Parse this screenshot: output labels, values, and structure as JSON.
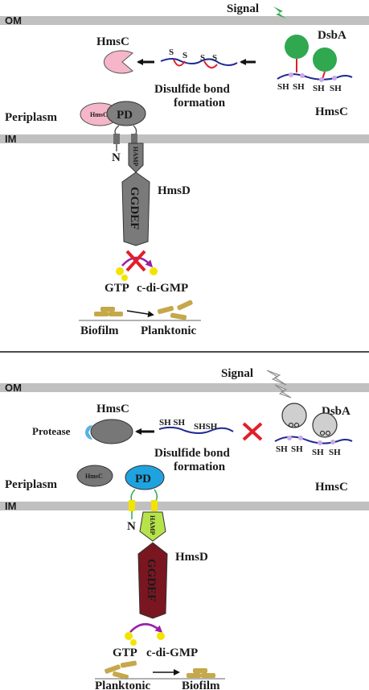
{
  "colors": {
    "membrane": "#c0c0c0",
    "hmsc_active": "#f4b6c8",
    "dsba_active": "#2fa84f",
    "dsba_inactive": "#cfcfcf",
    "pd_active": "#808080",
    "pd_inactive": "#1fa3e0",
    "hamp_active": "#7a7a7a",
    "hamp_inactive": "#b7e34a",
    "ggdef_active": "#7a7a7a",
    "ggdef_inactive": "#7a1620",
    "chain": "#1f2a8f",
    "disulfide": "#e0202a",
    "inhibit_x": "#e0202a",
    "yellow": "#f2e400",
    "cell_tan": "#c4a84a",
    "magenta": "#9b1fa8",
    "lightning_active": "#2fa84f",
    "lightning_inactive": "#d8d8d8",
    "protease": "#5ab1e0",
    "hmsc_inactive": "#777777"
  },
  "icons": {
    "lightning": "lightning-bolt-icon",
    "inhibit": "red-x-icon",
    "arrow": "arrow-left-icon"
  },
  "top": {
    "om": "OM",
    "im": "IM",
    "signal": "Signal",
    "dsba": "DsbA",
    "hmsc_right": "HmsC",
    "hmsc_left": "HmsC",
    "disulfide_line1": "Disulfide bond",
    "disulfide_line2": "formation",
    "s1": "S",
    "s2": "S",
    "s3": "S",
    "s4": "S",
    "sh1": "SH",
    "sh2": "SH",
    "sh3": "SH",
    "sh4": "SH",
    "periplasm": "Periplasm",
    "hmsc_complex": "HmsC",
    "pd": "PD",
    "n": "N",
    "hamp": "HAMP",
    "hmsd": "HmsD",
    "ggdef": "GGDEF",
    "gtp": "GTP",
    "cdigmp": "c-di-GMP",
    "biofilm": "Biofilm",
    "planktonic": "Planktonic"
  },
  "bottom": {
    "om": "OM",
    "im": "IM",
    "signal": "Signal",
    "dsba": "DsbA",
    "hmsc_right": "HmsC",
    "hmsc_left": "HmsC",
    "protease": "Protease",
    "disulfide_line1": "Disulfide bond",
    "disulfide_line2": "formation",
    "chain_sh_a": "SH SH",
    "chain_sh_b": "SHSH",
    "sh1": "SH",
    "sh2": "SH",
    "sh3": "SH",
    "sh4": "SH",
    "periplasm": "Periplasm",
    "hmsc_free": "HmsC",
    "pd": "PD",
    "n": "N",
    "hamp": "HAMP",
    "hmsd": "HmsD",
    "ggdef": "GGDEF",
    "gtp": "GTP",
    "cdigmp": "c-di-GMP",
    "planktonic": "Planktonic",
    "biofilm": "Biofilm"
  }
}
